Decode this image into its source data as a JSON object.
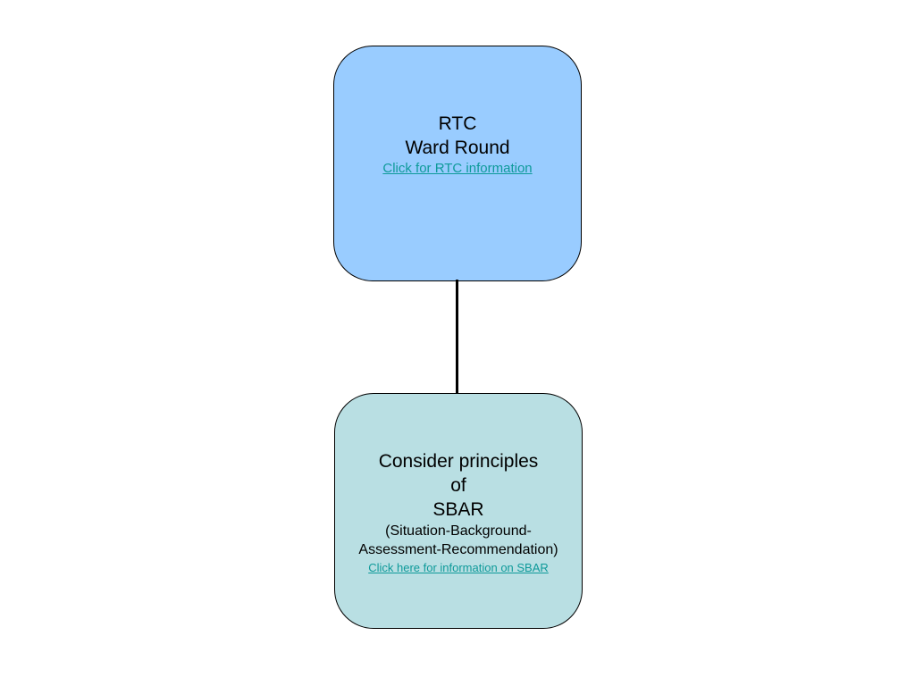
{
  "colors": {
    "top_box_fill": "#99ccff",
    "bottom_box_fill": "#b9dfe3",
    "link_color": "#0e9a9a",
    "border": "#000000",
    "connector": "#000000"
  },
  "top_box": {
    "line1": "RTC",
    "line2": "Ward Round",
    "link": "Click for RTC information"
  },
  "bottom_box": {
    "line1": "Consider principles",
    "line2": "of",
    "line3": "SBAR",
    "line4": "(Situation-Background-",
    "line5": "Assessment-Recommendation)",
    "link": "Click here for information on SBAR"
  }
}
